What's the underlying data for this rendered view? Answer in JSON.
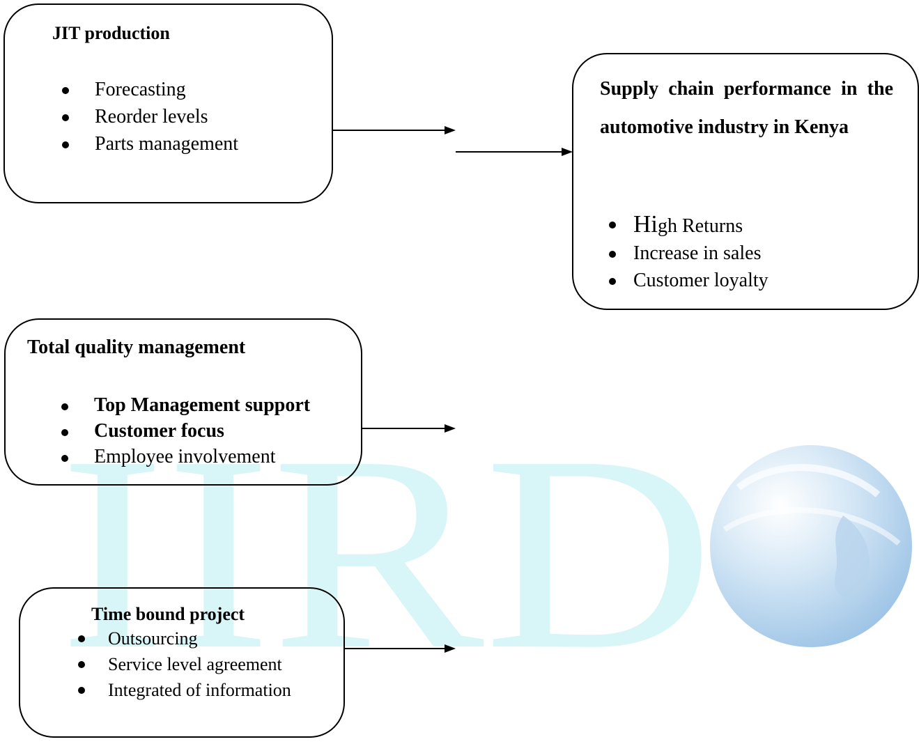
{
  "colors": {
    "watermark": "#d8f6f7",
    "globe_blue": "#9ec4e6",
    "globe_light": "#eef6fc",
    "line": "#000000"
  },
  "watermark": {
    "text": "IIRD",
    "graphic": "globe-logo"
  },
  "jit": {
    "title": "JIT production",
    "items": [
      "Forecasting",
      "Reorder levels",
      "Parts management"
    ]
  },
  "outcome": {
    "title": "Supply chain performance in the automotive industry in Kenya",
    "items": [
      {
        "big": "Hi",
        "rest": "gh Returns"
      },
      {
        "text": "Increase in sales"
      },
      {
        "text": "Customer loyalty"
      }
    ]
  },
  "tqm": {
    "title": "Total quality management",
    "items": [
      "Top Management support",
      "Customer focus",
      "Employee involvement"
    ]
  },
  "tbp": {
    "title": "Time bound project",
    "items": [
      "Outsourcing",
      "Service level agreement",
      "Integrated of information"
    ]
  }
}
